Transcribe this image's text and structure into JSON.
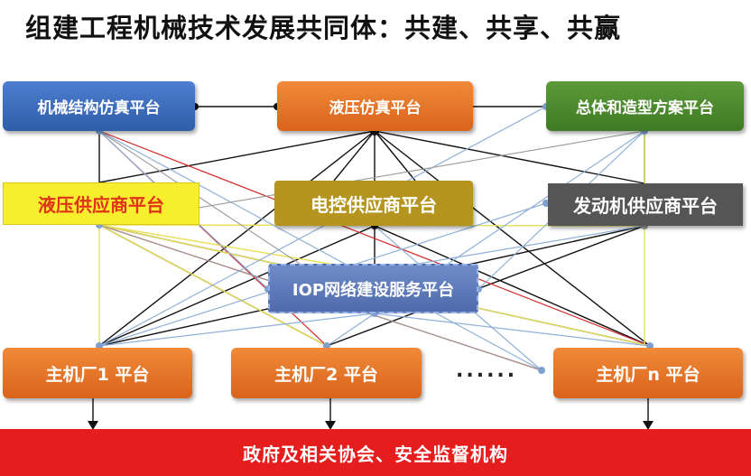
{
  "title": "组建工程机械技术发展共同体：共建、共享、共赢",
  "nodes": {
    "machinery_structure_sim": "机械结构仿真平台",
    "hydraulic_sim": "液压仿真平台",
    "overall_styling": "总体和造型方案平台",
    "hydraulic_supplier": "液压供应商平台",
    "electronic_supplier": "电控供应商平台",
    "engine_supplier": "发动机供应商平台",
    "iop_service": "IOP网络建设服务平台",
    "oem_1": "主机厂1 平台",
    "oem_2": "主机厂2 平台",
    "oem_n": "主机厂n 平台",
    "ellipsis": "......"
  },
  "footer": "政府及相关协会、安全监督机构",
  "colors": {
    "blue": "#3a6cc0",
    "orange": "#e8742a",
    "green": "#4e8a2f",
    "yellow": "#f7ee2e",
    "olive": "#b5951f",
    "gray": "#555555",
    "iop": "#5b78b8",
    "red_bar": "#e51d1d"
  }
}
